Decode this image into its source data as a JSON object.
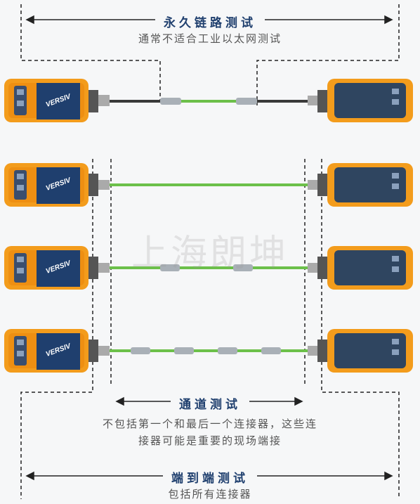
{
  "permanent_link": {
    "title": "永久链路测试",
    "note": "通常不适合工业以太网测试"
  },
  "channel": {
    "title": "通道测试",
    "note_line1": "不包括第一个和最后一个连接器，这些连",
    "note_line2": "接器可能是重要的现场端接"
  },
  "end_to_end": {
    "title": "端到端测试",
    "note": "包括所有连接器"
  },
  "tester_brand": "VERSIV",
  "watermark": "上海朗坤",
  "colors": {
    "tester_body": "#f39c1c",
    "tester_screen": "#1f3f6e",
    "remote_screen": "#2f4560",
    "cable_green": "#6cc04a",
    "patch_cable": "#3a3a3a"
  }
}
